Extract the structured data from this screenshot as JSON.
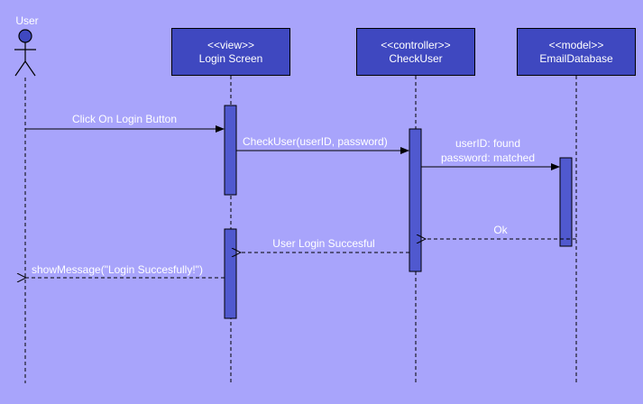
{
  "actor": {
    "label": "User"
  },
  "lifelines": [
    {
      "stereotype": "<<view>>",
      "name": "Login Screen"
    },
    {
      "stereotype": "<<controller>>",
      "name": "CheckUser"
    },
    {
      "stereotype": "<<model>>",
      "name": "EmailDatabase"
    }
  ],
  "messages": [
    {
      "label": "Click On Login Button",
      "kind": "sync"
    },
    {
      "label": "CheckUser(userID, password)",
      "kind": "sync"
    },
    {
      "line1": "userID: found",
      "line2": "password: matched",
      "kind": "sync"
    },
    {
      "label": "Ok",
      "kind": "return"
    },
    {
      "label": "User Login Succesful",
      "kind": "return"
    },
    {
      "label": "showMessage(\"Login Succesfully!\")",
      "kind": "return"
    }
  ],
  "colors": {
    "background": "#a8a4fb",
    "box_fill": "#3f48c0",
    "activation_fill": "#5059cf",
    "line": "#000000",
    "text": "#ffffff"
  }
}
